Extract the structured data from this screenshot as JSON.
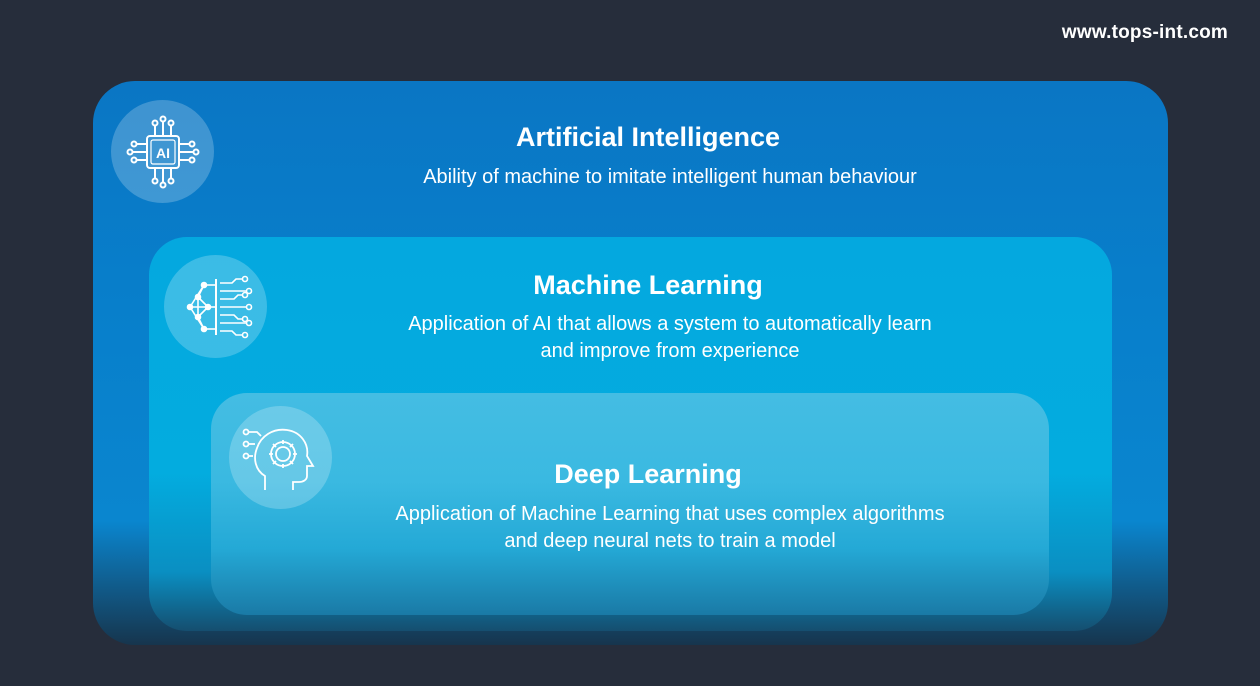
{
  "site_url": "www.tops-int.com",
  "levels": [
    {
      "title": "Artificial Intelligence",
      "description_lines": [
        "Ability of machine to imitate intelligent human behaviour"
      ],
      "icon": "ai-chip-icon",
      "icon_text": "AI"
    },
    {
      "title": "Machine Learning",
      "description_lines": [
        "Application of AI that allows a system to automatically learn",
        "and improve from experience"
      ],
      "icon": "neural-network-icon"
    },
    {
      "title": "Deep Learning",
      "description_lines": [
        "Application of Machine Learning that uses complex algorithms",
        "and deep neural nets to train a model"
      ],
      "icon": "head-gear-icon"
    }
  ],
  "colors": {
    "background": "#262d3b",
    "ai_box": "#0a7ac7",
    "ml_box": "#04a9df",
    "dl_box": "#3fbbe2"
  }
}
